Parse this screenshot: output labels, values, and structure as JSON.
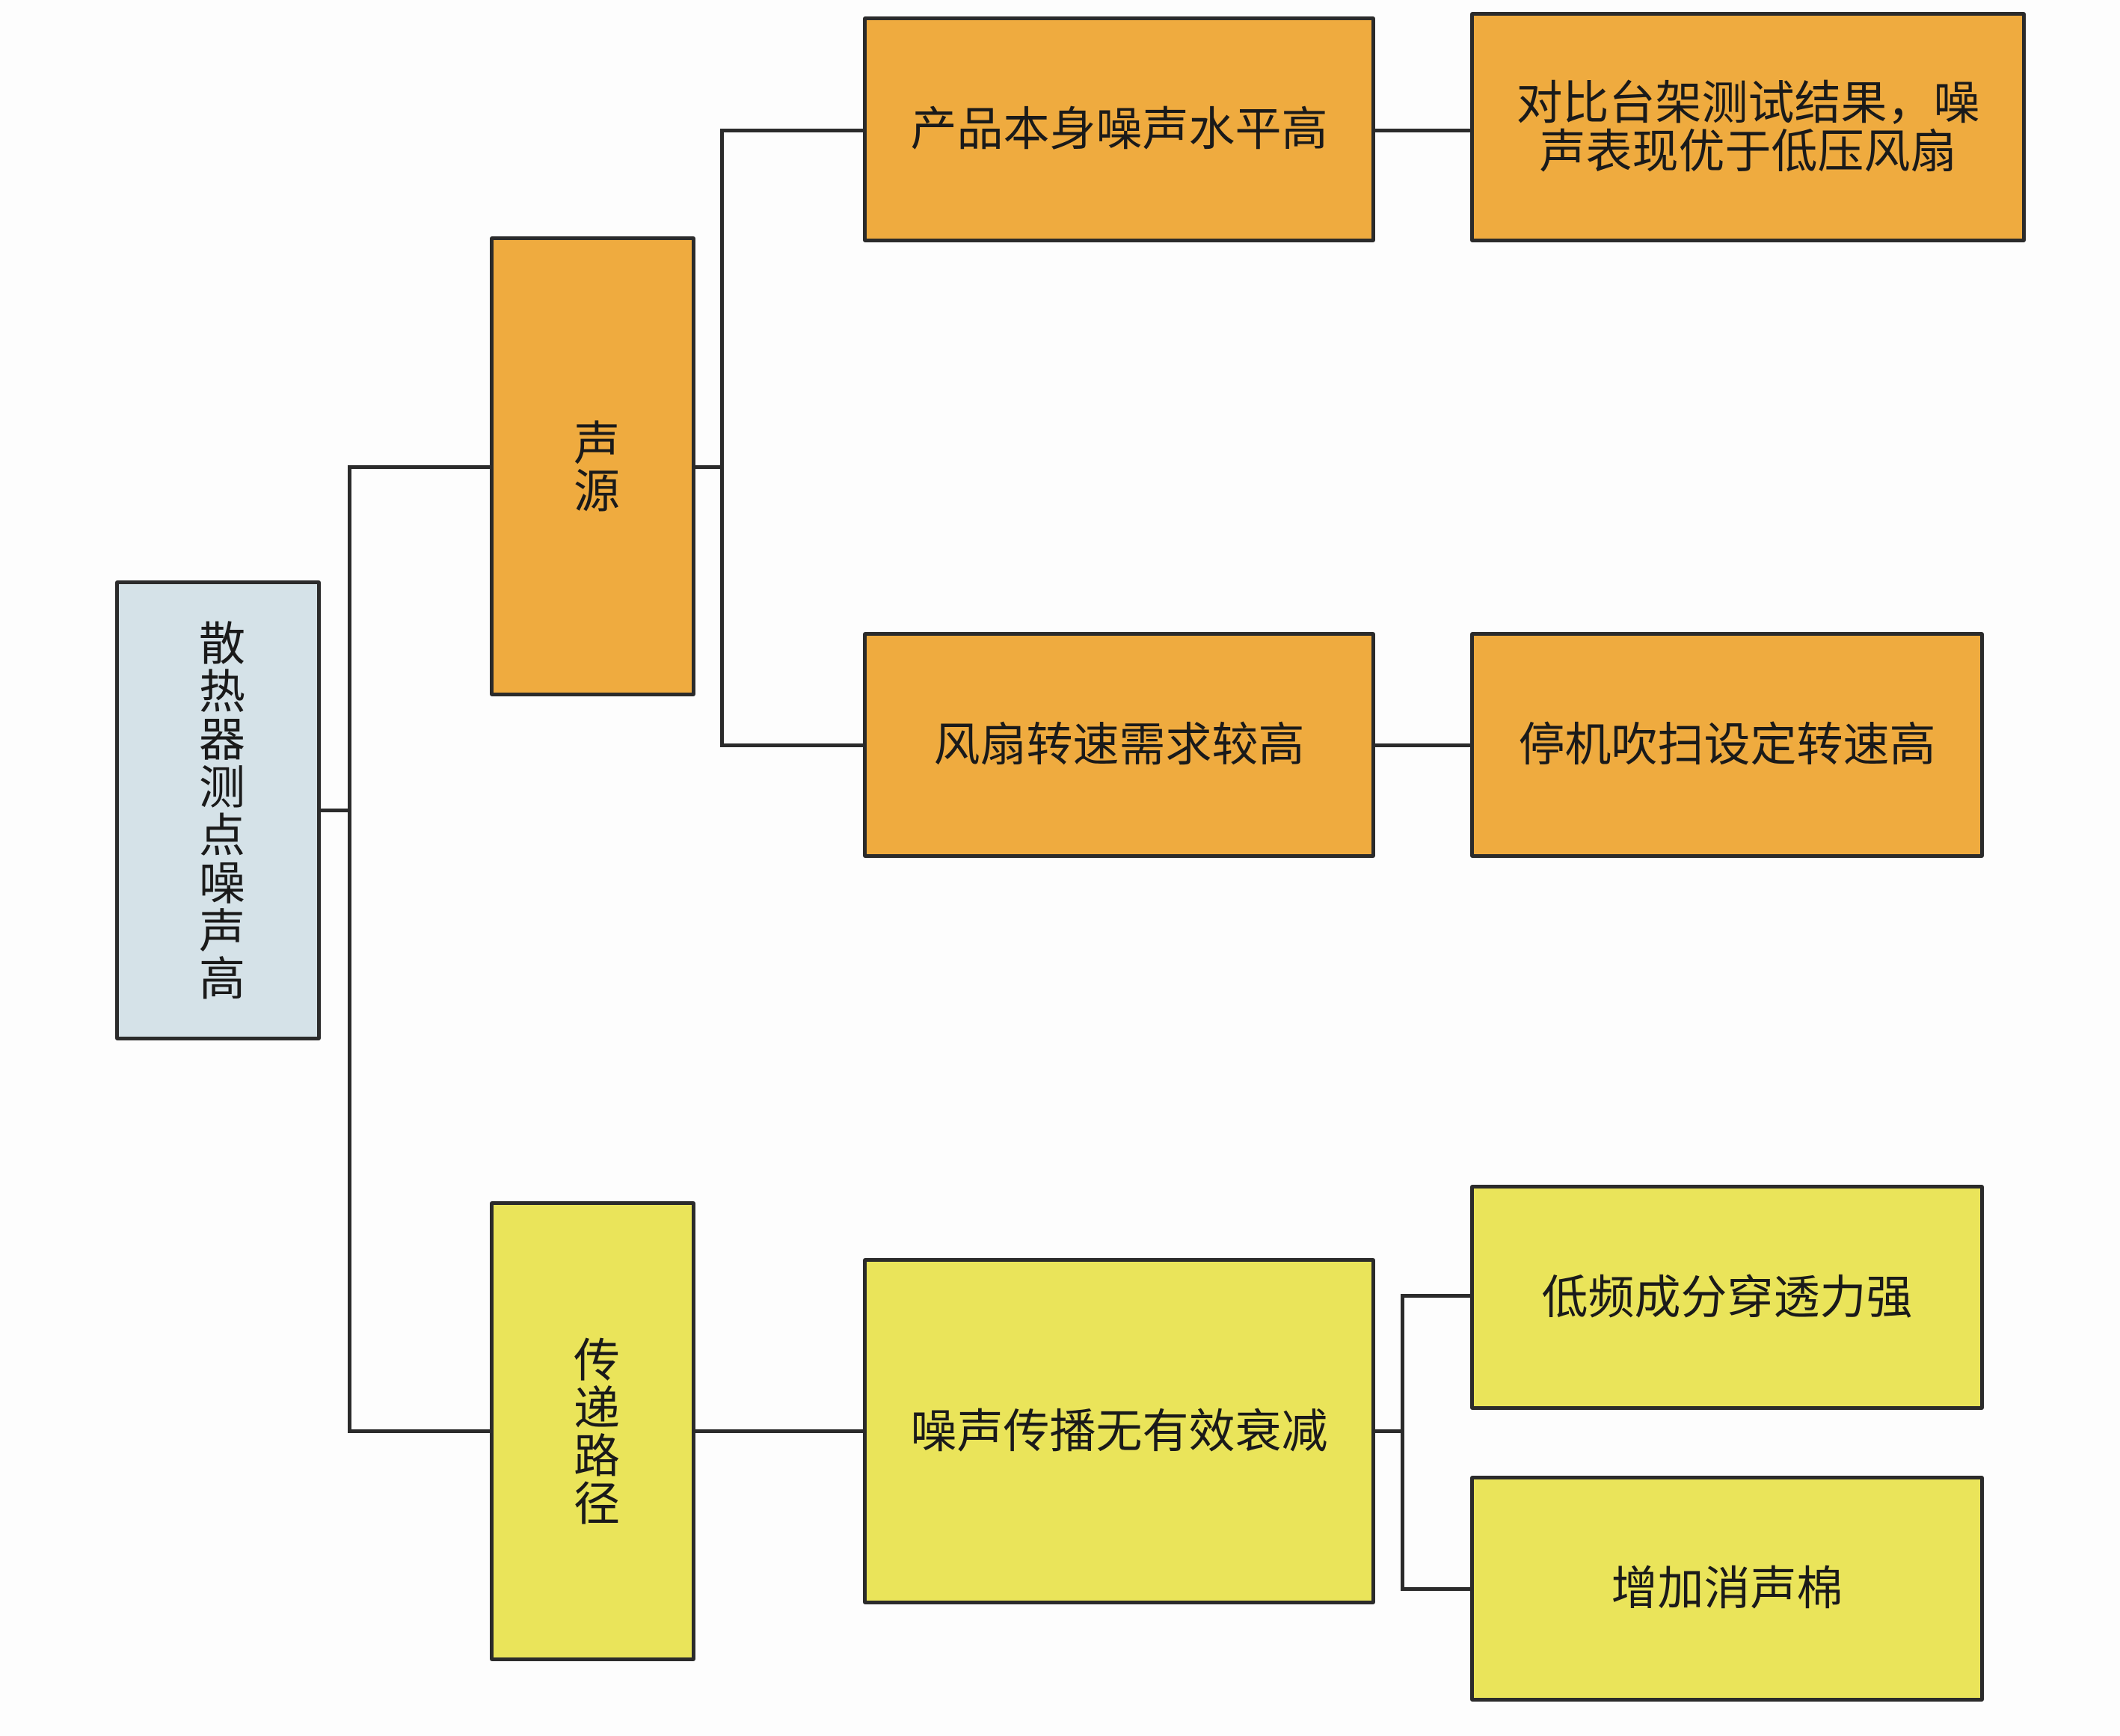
{
  "root": {
    "label": "散热器测点噪声高"
  },
  "branches": [
    {
      "label": "声源",
      "causes": [
        {
          "label": "产品本身噪声水平高",
          "detail": "对比台架测试结果，噪声表现优于低压风扇"
        },
        {
          "label": "风扇转速需求较高",
          "detail": "停机吹扫设定转速高"
        }
      ]
    },
    {
      "label": "传递路径",
      "causes": [
        {
          "label": "噪声传播无有效衰减",
          "details": [
            "低频成分穿透力强",
            "增加消声棉"
          ]
        }
      ]
    }
  ],
  "colors": {
    "source": "#efab3f",
    "path": "#eae45a",
    "root": "#d5e2e8",
    "line": "#2b2b2b"
  }
}
